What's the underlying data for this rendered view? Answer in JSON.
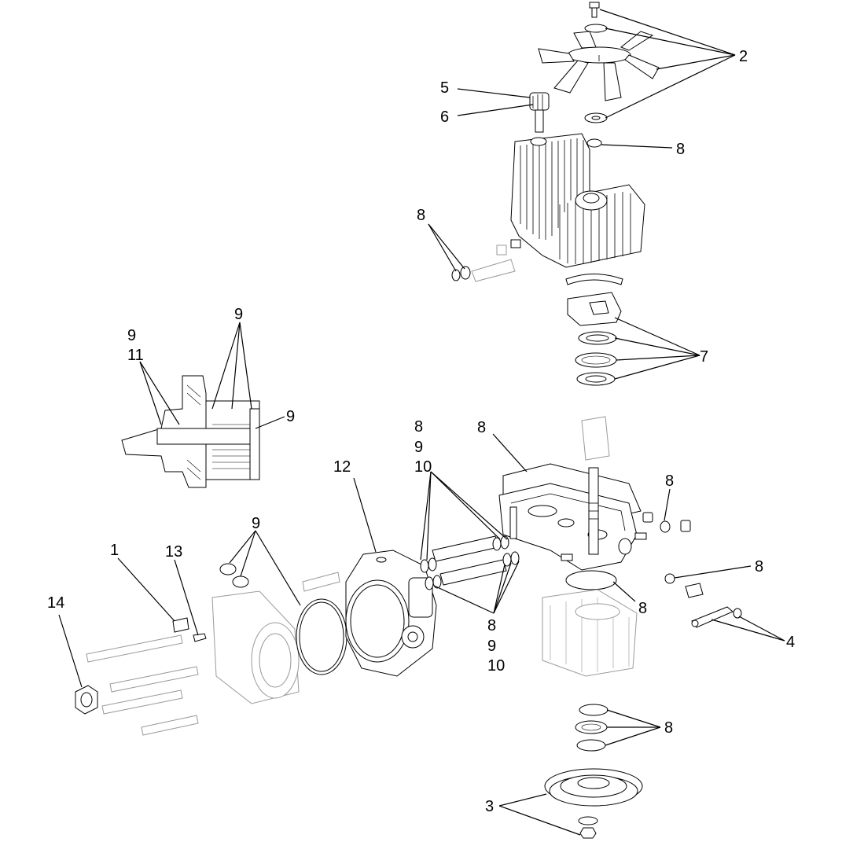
{
  "callouts": {
    "c1": "1",
    "c2": "2",
    "c3": "3",
    "c4": "4",
    "c5": "5",
    "c6": "6",
    "c7": "7",
    "c8a": "8",
    "c8b": "8",
    "c8c": "8",
    "c8d": "8",
    "c8e": "8",
    "c8f": "8",
    "c8g": "8",
    "c8h": "8",
    "c8i": "8",
    "c9a": "9",
    "c9b": "9",
    "c9c": "9",
    "c9d": "9",
    "c9e": "9",
    "c9f": "9",
    "c10a": "10",
    "c10b": "10",
    "c11": "11",
    "c12": "12",
    "c13": "13",
    "c14": "14"
  }
}
